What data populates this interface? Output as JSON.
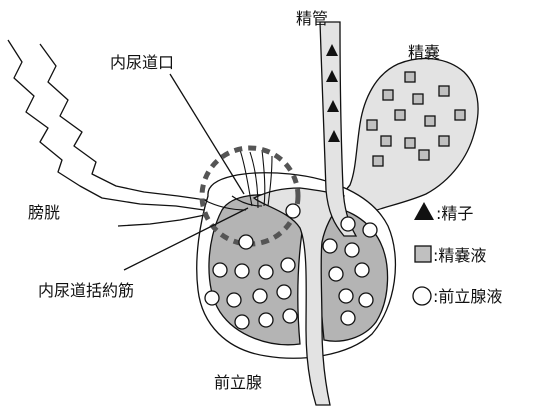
{
  "labels": {
    "vas_deferens": "精管",
    "seminal_vesicle": "精嚢",
    "internal_urethral_orifice": "内尿道口",
    "bladder": "膀胱",
    "internal_urethral_sphincter": "内尿道括約筋",
    "prostate": "前立腺"
  },
  "legend": {
    "sperm": ":精子",
    "seminal_fluid": ":精嚢液",
    "prostatic_fluid": ":前立腺液"
  },
  "colors": {
    "outline": "#111111",
    "fill_light": "#e3e3e3",
    "fill_prostate": "#b4b4b4",
    "marker_fill_square": "#c0c0c0",
    "marker_fill_circle": "#ffffff",
    "marker_fill_triangle": "#111111"
  },
  "icons": {
    "sperm": "filled-triangle",
    "seminal_fluid": "gray-square",
    "prostatic_fluid": "white-circle"
  }
}
